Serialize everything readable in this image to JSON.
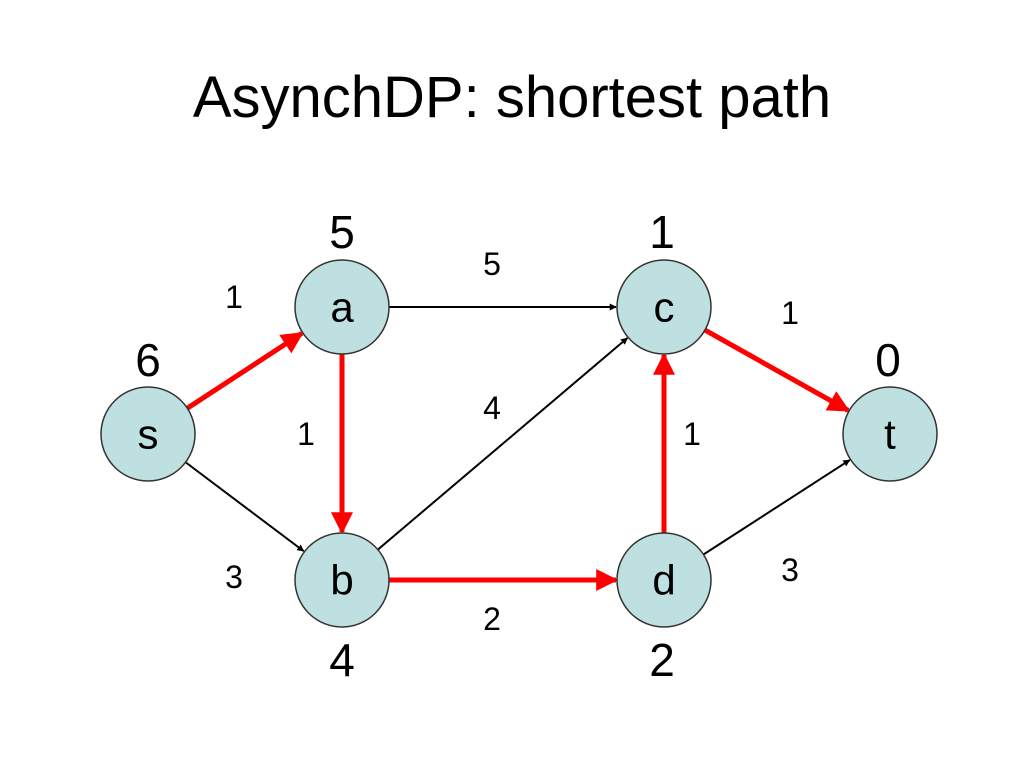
{
  "title": "AsynchDP: shortest path",
  "colors": {
    "node_fill": "#bfe0e0",
    "node_stroke": "#333333",
    "edge_normal": "#000000",
    "edge_highlight": "#ff0000"
  },
  "nodes": [
    {
      "id": "s",
      "label": "s",
      "distance": "6"
    },
    {
      "id": "a",
      "label": "a",
      "distance": "5"
    },
    {
      "id": "b",
      "label": "b",
      "distance": "4"
    },
    {
      "id": "c",
      "label": "c",
      "distance": "1"
    },
    {
      "id": "d",
      "label": "d",
      "distance": "2"
    },
    {
      "id": "t",
      "label": "t",
      "distance": "0"
    }
  ],
  "edges": [
    {
      "from": "s",
      "to": "a",
      "weight": "1",
      "highlighted": true
    },
    {
      "from": "s",
      "to": "b",
      "weight": "3",
      "highlighted": false
    },
    {
      "from": "a",
      "to": "c",
      "weight": "5",
      "highlighted": false
    },
    {
      "from": "a",
      "to": "b",
      "weight": "1",
      "highlighted": true
    },
    {
      "from": "b",
      "to": "c",
      "weight": "4",
      "highlighted": false
    },
    {
      "from": "b",
      "to": "d",
      "weight": "2",
      "highlighted": true
    },
    {
      "from": "d",
      "to": "c",
      "weight": "1",
      "highlighted": true
    },
    {
      "from": "c",
      "to": "t",
      "weight": "1",
      "highlighted": true
    },
    {
      "from": "d",
      "to": "t",
      "weight": "3",
      "highlighted": false
    }
  ]
}
